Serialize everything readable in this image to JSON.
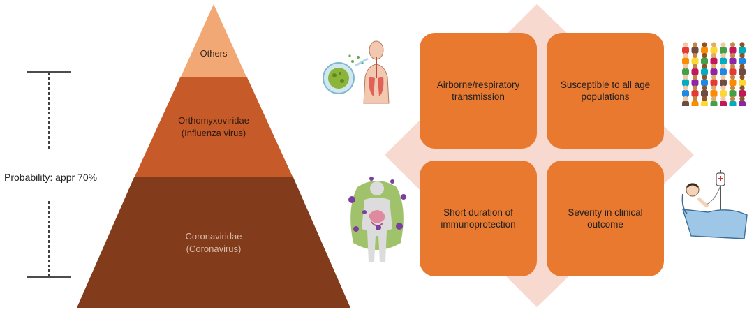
{
  "pyramid": {
    "tiers": [
      {
        "id": "others",
        "label": "Others",
        "color": "#f2a875"
      },
      {
        "id": "orthomyxoviridae",
        "label": "Orthomyxoviridae\n(Influenza virus)",
        "color": "#c65a28"
      },
      {
        "id": "coronaviridae",
        "label": "Coronaviridae\n(Coronavirus)",
        "color": "#823c1c"
      }
    ]
  },
  "probability": {
    "label": "Probability: appr 70%"
  },
  "features": {
    "airborne": "Airborne/respiratory\ntransmission",
    "susceptible": "Susceptible to all age\npopulations",
    "short_duration": "Short duration of\nimmunoprotection",
    "severity": "Severity in clinical\noutcome"
  },
  "colors": {
    "card": "#e8792f",
    "diamond": "#f7d9cf",
    "bracket": "#111111"
  },
  "icons": [
    "respiratory-infection-icon",
    "crowd-people-icon",
    "immune-body-virus-icon",
    "hospital-patient-icon"
  ]
}
